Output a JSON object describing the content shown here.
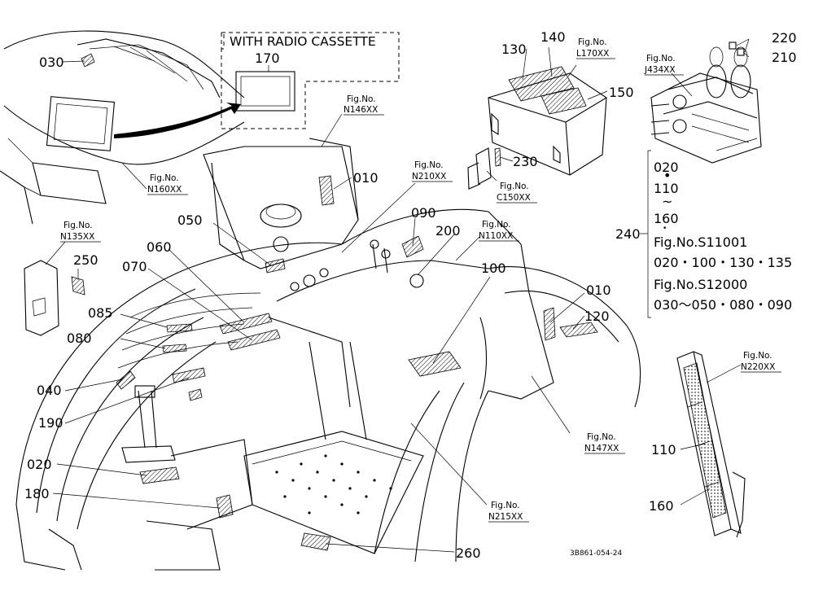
{
  "radio_box": {
    "title": "WITH RADIO CASSETTE",
    "part": "170"
  },
  "part_numbers": {
    "p030": "030",
    "p010a": "010",
    "p090": "090",
    "p200": "200",
    "p050": "050",
    "p060": "060",
    "p070": "070",
    "p085": "085",
    "p080": "080",
    "p040": "040",
    "p190": "190",
    "p020": "020",
    "p180": "180",
    "p260": "260",
    "p100": "100",
    "p010b": "010",
    "p120": "120",
    "p250": "250",
    "p130": "130",
    "p140": "140",
    "p150": "150",
    "p230": "230",
    "p220": "220",
    "p210": "210",
    "p240": "240",
    "p110": "110",
    "p160": "160"
  },
  "fig_refs": {
    "n146": {
      "label": "Fig.No.",
      "code": "N146XX"
    },
    "n160": {
      "label": "Fig.No.",
      "code": "N160XX"
    },
    "n210": {
      "label": "Fig.No.",
      "code": "N210XX"
    },
    "n110": {
      "label": "Fig.No.",
      "code": "N110XX"
    },
    "n135": {
      "label": "Fig.No.",
      "code": "N135XX"
    },
    "l170": {
      "label": "Fig.No.",
      "code": "L170XX"
    },
    "c150": {
      "label": "Fig.No.",
      "code": "C150XX"
    },
    "j434": {
      "label": "Fig.No.",
      "code": "J434XX"
    },
    "n147": {
      "label": "Fig.No.",
      "code": "N147XX"
    },
    "n215": {
      "label": "Fig.No.",
      "code": "N215XX"
    },
    "n220": {
      "label": "Fig.No.",
      "code": "N220XX"
    }
  },
  "legend": {
    "line1": "020",
    "dot1": "•",
    "line2": "110",
    "tilde": "~",
    "line3": "160",
    "dot2": "•",
    "line4": "Fig.No.S11001",
    "line5": "020・100・130・135",
    "line6": "Fig.No.S12000",
    "line7": "030～050・080・090"
  },
  "drawing_code": "3B861-054-24"
}
